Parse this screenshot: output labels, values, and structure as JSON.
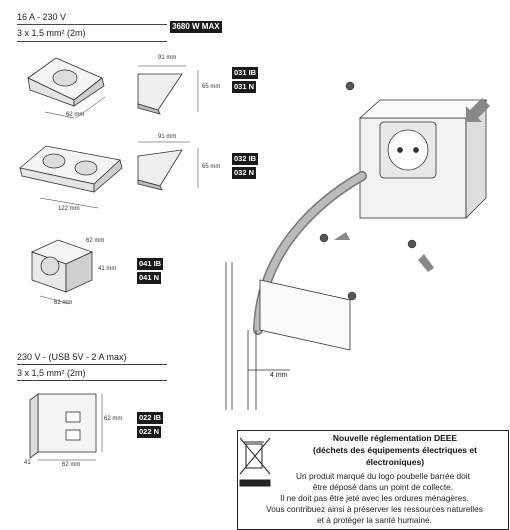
{
  "section1": {
    "rating": "16 A - 230 V",
    "cable": "3 x 1,5 mm² (2m)",
    "max_power": "3680 W MAX"
  },
  "products": [
    {
      "dims": [
        "62 mm"
      ],
      "profile_dims": [
        "91 mm",
        "65 mm"
      ],
      "codes": [
        "031 IB",
        "031 N"
      ]
    },
    {
      "dims": [
        "122 mm"
      ],
      "profile_dims": [
        "91 mm",
        "65 mm"
      ],
      "codes": [
        "032 IB",
        "032 N"
      ]
    },
    {
      "dims": [
        "62 mm",
        "41 mm",
        "62 mm"
      ],
      "codes": [
        "041 IB",
        "041 N"
      ]
    }
  ],
  "section2": {
    "rating": "230 V - (USB 5V - 2 A max)",
    "cable": "3 x 1,5 mm² (2m)",
    "dims": [
      "62 mm",
      "41",
      "62 mm"
    ],
    "codes": [
      "022 IB",
      "022 N"
    ]
  },
  "install": {
    "gap_label": "4 mm"
  },
  "deee": {
    "title_line1": "Nouvelle réglementation DEEE",
    "title_line2": "(déchets des équipements électriques et",
    "title_line3": "électroniques)",
    "body": [
      "Un produit marqué du logo poubelle barrée doit",
      "être déposé dans un point de collecte.",
      "Il ne doit pas être jeté avec les ordures ménagères.",
      "Vous contribuez ainsi à préserver les ressources naturelles",
      "et à protéger la santé humaine."
    ]
  },
  "colors": {
    "code_bg": "#1a1a1a",
    "arrow_gray": "#888888",
    "socket_fill": "#d8d8d8"
  }
}
